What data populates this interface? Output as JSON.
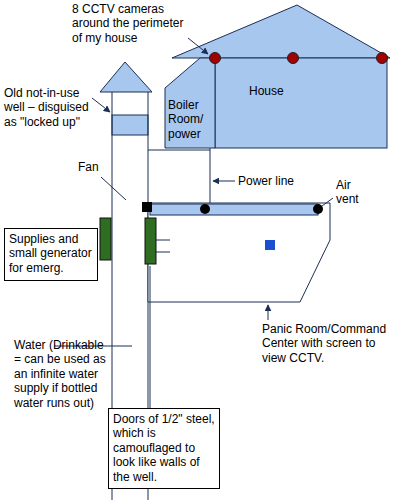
{
  "diagram": {
    "nodes": [
      {
        "text": [
          "House"
        ]
      },
      {
        "text": [
          "Boiler Room/ power"
        ]
      },
      {
        "text": [
          "Supplies and small generator for emerg."
        ]
      },
      {
        "text": [
          "Doors of 1/2\" steel, which is camouflaged to look like walls of the well."
        ]
      }
    ],
    "labels": [
      "8 CCTV cameras around the perimeter of my house",
      "Old not-in-use well – disguised as \"locked up\"",
      "Fan",
      "Power line",
      "Air vent",
      "Panic Room/Command Center with screen to view CCTV.",
      "Water (Drinkable = can be used as an infinite water supply if bottled water runs out)"
    ]
  }
}
